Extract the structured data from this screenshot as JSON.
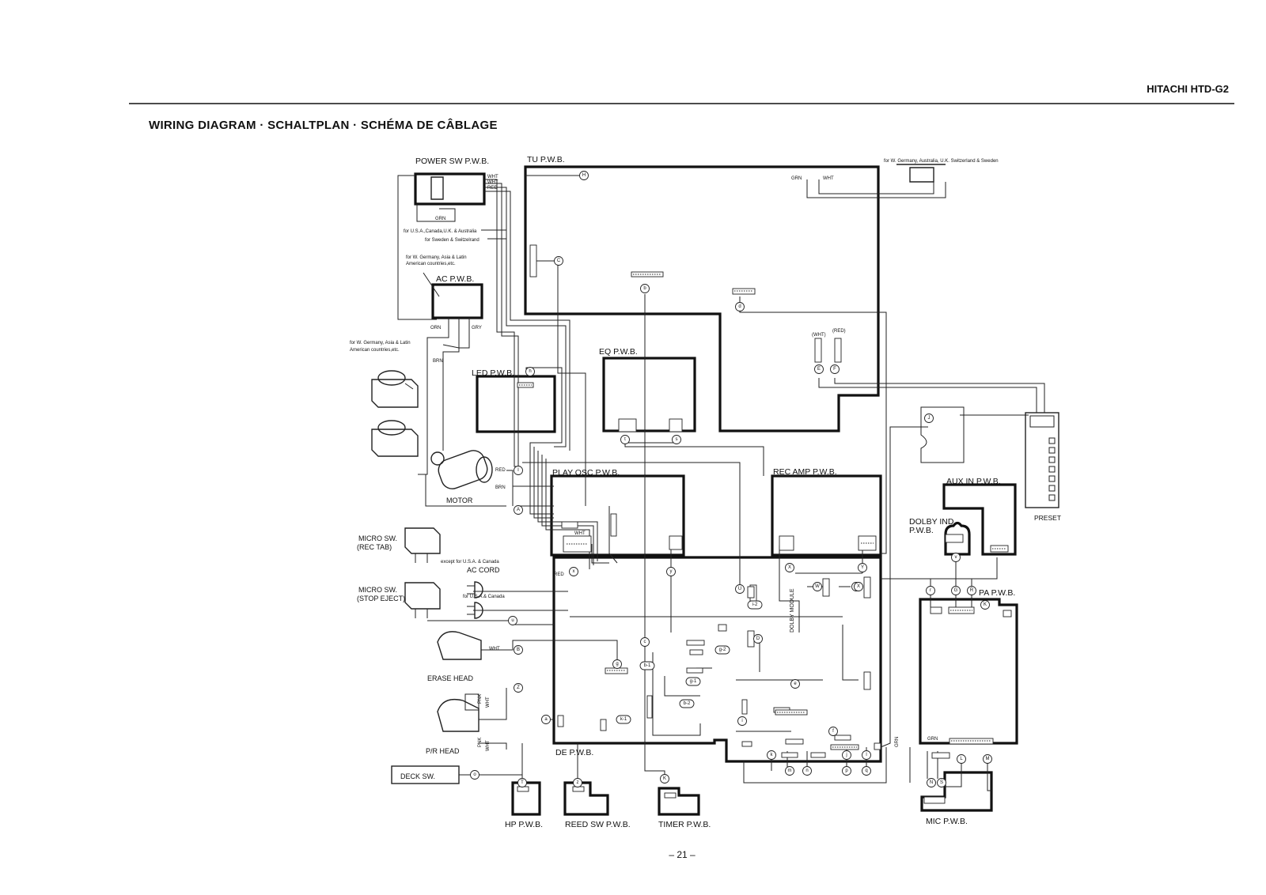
{
  "header": {
    "model": "HITACHI HTD-G2"
  },
  "title": "WIRING DIAGRAM · SCHALTPLAN · SCHÉMA DE CÂBLAGE",
  "page_number": "– 21 –",
  "boards": {
    "power_sw": "POWER SW P.W.B.",
    "tu": "TU P.W.B.",
    "ac": "AC P.W.B.",
    "led": "LED P.W.B.",
    "eq": "EQ P.W.B.",
    "play_osc": "PLAY OSC P.W.B.",
    "rec_amp": "REC AMP P.W.B.",
    "aux_in": "AUX IN P.W.B.",
    "dolby_ind_1": "DOLBY IND",
    "dolby_ind_2": "P.W.B.",
    "pa": "PA P.W.B.",
    "de": "DE P.W.B.",
    "hp": "HP P.W.B.",
    "reed_sw": "REED SW P.W.B.",
    "timer": "TIMER P.W.B.",
    "mic": "MIC P.W.B.",
    "dolby_module": "DOLBY MODULE"
  },
  "components": {
    "motor": "MOTOR",
    "micro_sw_rec_1": "MICRO SW.",
    "micro_sw_rec_2": "(REC TAB)",
    "micro_sw_stop_1": "MICRO SW.",
    "micro_sw_stop_2": "(STOP EJECT)",
    "ac_cord": "AC CORD",
    "erase_head": "ERASE HEAD",
    "pr_head": "P/R HEAD",
    "deck_sw": "DECK SW.",
    "preset": "PRESET"
  },
  "notes": {
    "usa_canada_uk_aus": "for U.S.A.,Canada,U.K. & Australia",
    "sweden_switzerland": "for Sweden & Switzelrand",
    "wg_asia_1": "for W. Germany, Asia & Latin",
    "wg_asia_2": "American countries,etc.",
    "wg_asia_b1": "for W. Germany, Asia & Latin",
    "wg_asia_b2": "American countries,etc.",
    "except_usa_canada": "except for U.S.A. & Canada",
    "for_usa_canada": "for U.S.A.& Canada",
    "wg_aus_uk": "for W. Germany, Australia, U.K. Switzerland & Sweden"
  },
  "wire_colors": {
    "wht": "WHT",
    "red": "RED",
    "grn": "GRN",
    "orn": "ORN",
    "gry": "GRY",
    "brn": "BRN",
    "pnk": "PNK",
    "wht_paren": "(WHT)",
    "red_paren": "(RED)"
  },
  "connector_labels": {
    "C": "C",
    "b": "b",
    "d": "d",
    "h": "h",
    "H": "H",
    "E": "E",
    "F": "F",
    "t": "t",
    "s": "s",
    "I": "I",
    "J": "J",
    "A": "A",
    "u": "u",
    "v": "v",
    "x": "x",
    "y": "y",
    "X": "X",
    "Y": "Y",
    "W": "W",
    "V": "V",
    "U": "U",
    "B": "B",
    "Z": "Z",
    "a": "a",
    "o": "o",
    "g": "g",
    "c": "c",
    "D": "D",
    "e": "e",
    "f": "f",
    "i": "i",
    "j": "j",
    "k": "k",
    "l": "l",
    "m": "m",
    "n": "n",
    "p": "p",
    "q": "q",
    "r": "r",
    "G": "G",
    "R": "R",
    "K": "K",
    "L": "L",
    "M": "M",
    "N": "N",
    "S": "S",
    "T": "T",
    "z": "z",
    "b1": "b-1",
    "b2": "b-2",
    "g1": "g-1",
    "g2": "g-2",
    "k1": "k-1",
    "i2": "i-2"
  }
}
